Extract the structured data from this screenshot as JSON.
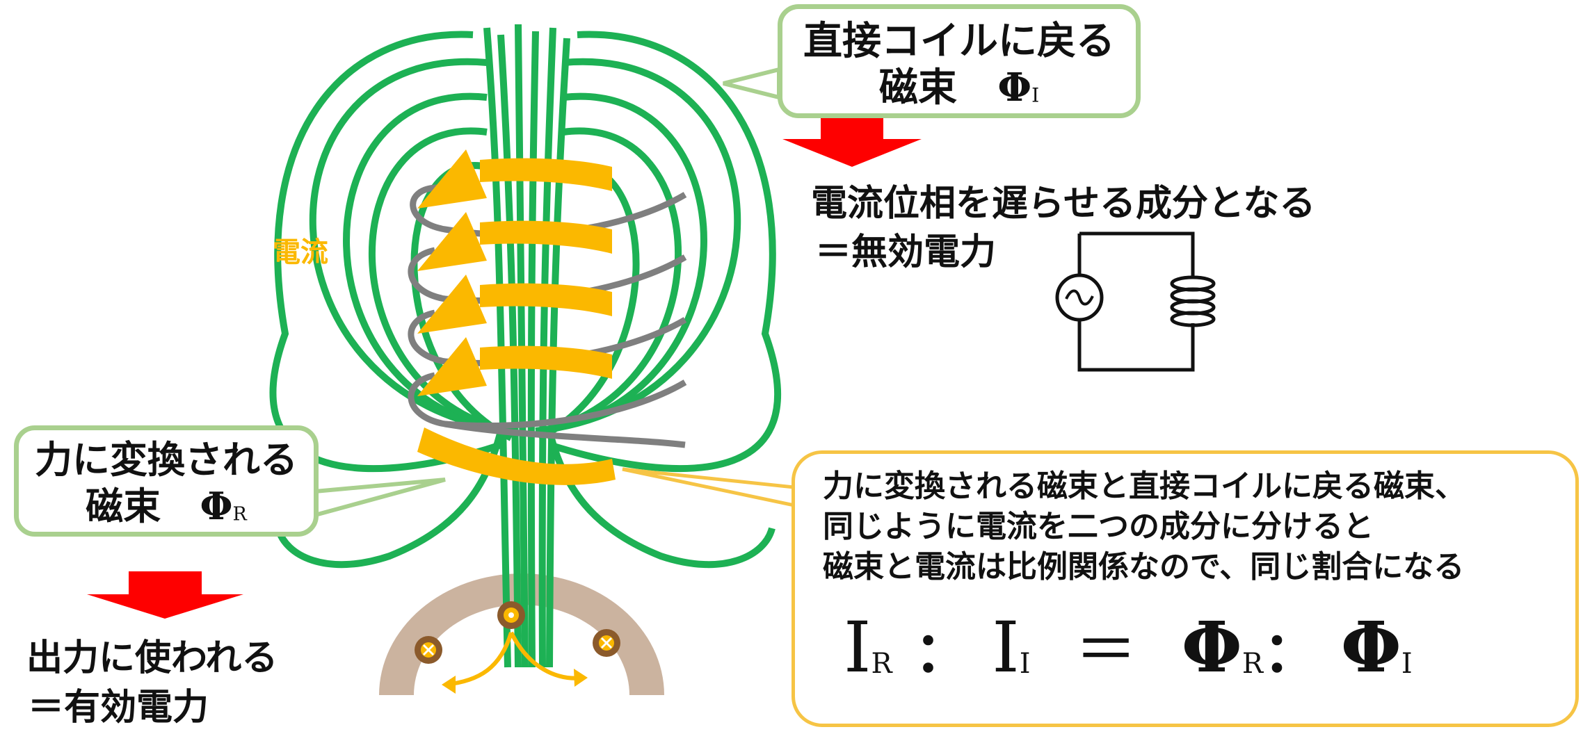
{
  "labels": {
    "current": "電流"
  },
  "top_box": {
    "line1": "直接コイルに戻る",
    "line2_prefix": "磁束",
    "phi": "Φ",
    "sub": "I"
  },
  "reactive": {
    "line1": "電流位相を遅らせる成分となる",
    "line2": "＝無効電力"
  },
  "left_box": {
    "line1": "力に変換される",
    "line2_prefix": "磁束",
    "phi": "Φ",
    "sub": "R"
  },
  "active": {
    "line1": "出力に使われる",
    "line2": "＝有効電力"
  },
  "explain": {
    "line1": "力に変換される磁束と直接コイルに戻る磁束、",
    "line2": "同じように電流を二つの成分に分けると",
    "line3": "磁束と電流は比例関係なので、同じ割合になる"
  },
  "formula": {
    "I": "I",
    "R": "R",
    "colon": "：",
    "equals": "＝",
    "phi": "Φ",
    "sub_I": "I"
  },
  "colors": {
    "flux_green": "#1db154",
    "current_orange": "#fbb800",
    "coil_gray": "#7f7f7f",
    "arrow_red": "#fe0000",
    "green_border": "#a9d08e",
    "yellow_border": "#f6c445",
    "rotor_tan": "#cbb39f",
    "conductor_brown": "#8b5a2b"
  }
}
